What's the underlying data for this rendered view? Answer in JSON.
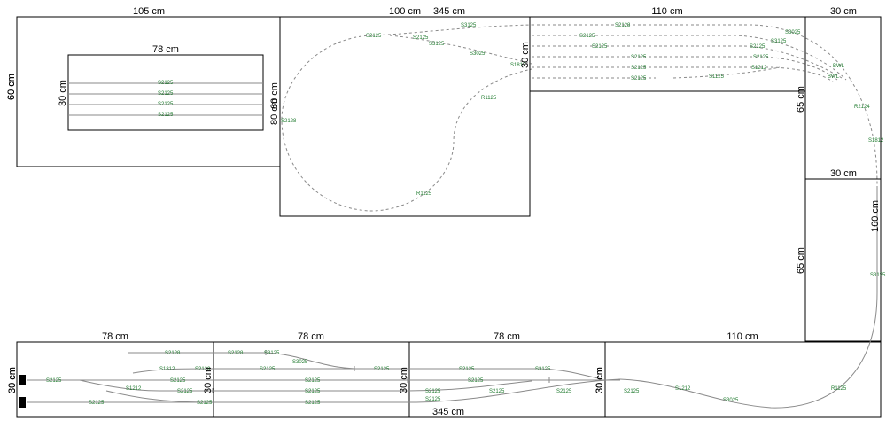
{
  "dimensions": {
    "top_left_width": "105 cm",
    "top_left_height": "60 cm",
    "top_left_height_overlap": "60 cm",
    "inner_box_width": "78 cm",
    "inner_box_height": "30 cm",
    "loop_board_width": "100 cm",
    "loop_board_height": "80 cm",
    "loop_board_height_2": "60 cm",
    "top_overall": "345 cm",
    "yard_board_width": "110 cm",
    "yard_board_height": "30 cm",
    "corner_width_top": "30 cm",
    "corner_height_top": "65 cm",
    "corner_width_mid": "30 cm",
    "corner_height_bottom": "65 cm",
    "right_overall": "160 cm",
    "bottom_a_width": "78 cm",
    "bottom_b_width": "78 cm",
    "bottom_c_width": "78 cm",
    "bottom_d_width": "110 cm",
    "bottom_left_height": "30 cm",
    "bottom_left_height_2": "30 cm",
    "bottom_ab_height": "30 cm",
    "bottom_bc_height": "30 cm",
    "bottom_cd_height": "30 cm",
    "bottom_cd_height_2": "30 cm",
    "bottom_overall": "345 cm"
  },
  "track_labels": {
    "part_a": "S2125",
    "part_b": "S3125",
    "part_c": "S3025",
    "part_d": "S1812",
    "part_e": "S1125",
    "part_f": "R1125",
    "part_g": "S2128",
    "part_h": "BWL",
    "part_i": "R2124",
    "part_j": "S1212"
  }
}
